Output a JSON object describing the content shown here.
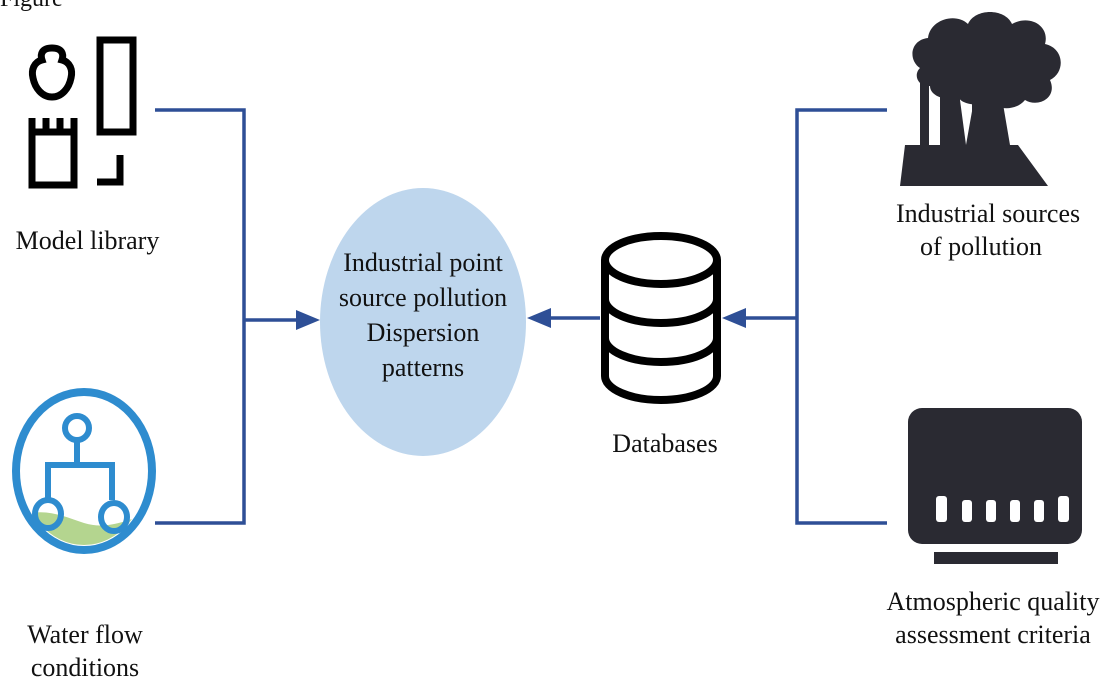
{
  "figure": {
    "title_fragment": "Figure"
  },
  "nodes": {
    "model_library": "Model library",
    "water_flow": [
      "Water flow",
      "conditions"
    ],
    "industrial_sources": [
      "Industrial sources",
      "of pollution"
    ],
    "atmospheric_criteria": [
      "Atmospheric quality",
      "assessment criteria"
    ],
    "databases": "Databases",
    "center": [
      "Industrial point",
      "source pollution",
      "Dispersion",
      "patterns"
    ]
  },
  "colors": {
    "connector": "#2e4f96",
    "center_fill": "#bed6ed",
    "icon_dark": "#2a2a32",
    "water_ring": "#2e8ccf",
    "water_fill": "#b4d58f"
  },
  "icons": {
    "model_library": "model-library-icon",
    "water_flow": "water-flow-icon",
    "industrial_sources": "factory-icon",
    "atmospheric_criteria": "air-quality-monitor-icon",
    "databases": "database-icon"
  }
}
